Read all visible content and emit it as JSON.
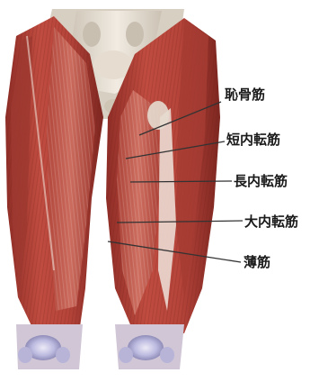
{
  "labels": [
    {
      "id": "pectineus",
      "text": "恥骨筋"
    },
    {
      "id": "adductor-brevis",
      "text": "短内転筋"
    },
    {
      "id": "adductor-longus",
      "text": "長内転筋"
    },
    {
      "id": "adductor-magnus",
      "text": "大内転筋"
    },
    {
      "id": "gracilis",
      "text": "薄筋"
    }
  ],
  "colors": {
    "muscle": "#b8433a",
    "muscle_dark": "#7e2520",
    "muscle_light": "#d77a6c",
    "tendon": "#efe4dc",
    "bone": "#e9e1d5",
    "cartilage": "#c8c6e2",
    "leader_line": "#333333"
  }
}
